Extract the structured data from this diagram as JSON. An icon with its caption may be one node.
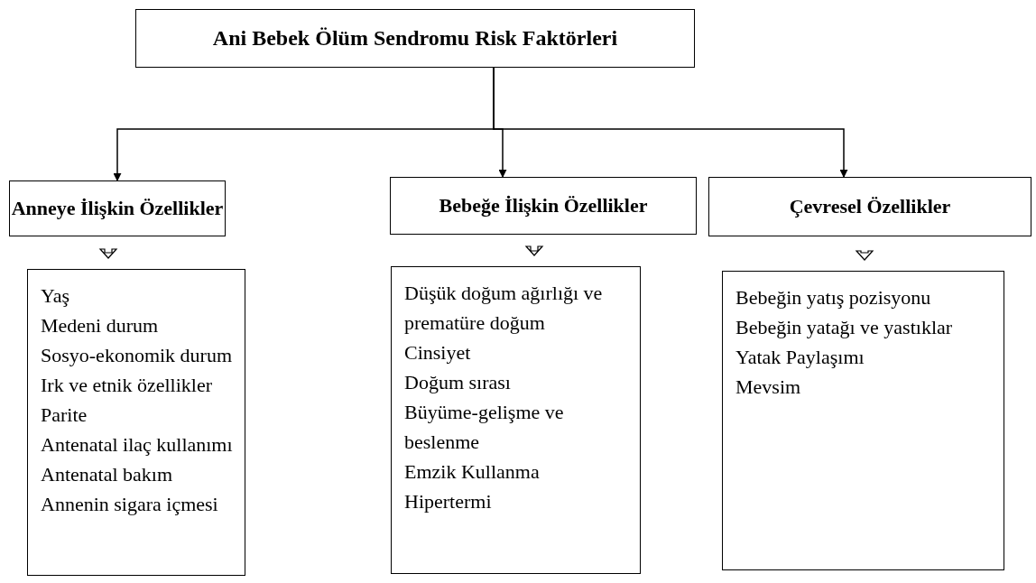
{
  "diagram": {
    "nodes": [
      {
        "text": [
          "Ani Bebek Ölüm Sendromu Risk Faktörleri"
        ]
      },
      {
        "text": [
          "Anneye İlişkin Özellikler"
        ]
      },
      {
        "text": [
          "Bebeğe İlişkin Özellikler"
        ]
      },
      {
        "text": [
          "Çevresel Özellikler"
        ]
      },
      {
        "text": [
          "Yaş",
          "Medeni durum",
          "Sosyo-ekonomik durum",
          "Irk ve etnik özellikler",
          "Parite",
          "Antenatal ilaç kullanımı",
          "Antenatal bakım",
          "Annenin sigara içmesi"
        ]
      },
      {
        "text": [
          "Düşük doğum ağırlığı ve prematüre doğum",
          "Cinsiyet",
          "Doğum sırası",
          "Büyüme-gelişme ve beslenme",
          "Emzik Kullanma",
          "Hipertermi"
        ]
      },
      {
        "text": [
          "Bebeğin yatış pozisyonu",
          "Bebeğin yatağı ve yastıklar",
          "Yatak Paylaşımı",
          "Mevsim"
        ]
      }
    ],
    "edges": [
      {
        "from": 0,
        "to": 1,
        "arrow": "to"
      },
      {
        "from": 0,
        "to": 2,
        "arrow": "to"
      },
      {
        "from": 0,
        "to": 3,
        "arrow": "to"
      },
      {
        "from": 1,
        "to": 4,
        "arrow": "to",
        "style": "thick"
      },
      {
        "from": 2,
        "to": 5,
        "arrow": "to",
        "style": "thick"
      },
      {
        "from": 3,
        "to": 6,
        "arrow": "to",
        "style": "thick"
      }
    ]
  }
}
